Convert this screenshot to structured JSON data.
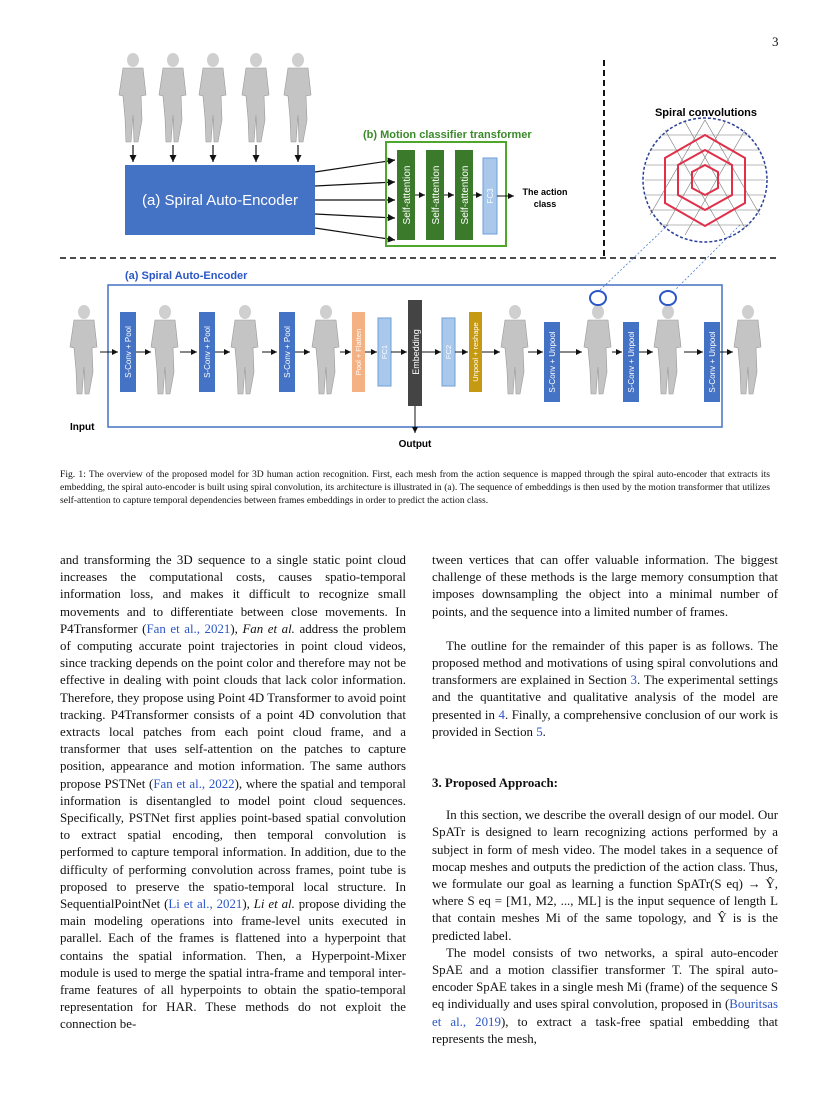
{
  "page_number": "3",
  "figure": {
    "top_box_label": "(a) Spiral Auto-Encoder",
    "mct_title": "(b) Motion classifier transformer",
    "self_attention": [
      "Self-attention",
      "Self-attention",
      "Self-attention"
    ],
    "fc3": "FC3",
    "action_class": [
      "The action",
      "class"
    ],
    "spiral_title": "Spiral convolutions",
    "sae_title": "(a) Spiral Auto-Encoder",
    "blocks": {
      "sconv_pool": "S-Conv + Pool",
      "pool_flatten": "Pool + Flatten",
      "fc1": "FC1",
      "embedding": "Embedding",
      "fc2": "FC2",
      "unpool_reshape": "Unpool + reshape",
      "sconv_unpool": "S-Conv + Unpool"
    },
    "input_label": "Input",
    "output_label": "Output"
  },
  "caption": "Fig. 1: The overview of the proposed model for 3D human action recognition. First, each mesh from the action sequence is mapped through the spiral auto-encoder that extracts its embedding, the spiral auto-encoder is built using spiral convolution, its architecture is illustrated in (a). The sequence of embeddings is then used by the motion transformer that utilizes self-attention to capture temporal dependencies between frames embeddings in order to predict the action class.",
  "left": {
    "t1": "and transforming the 3D sequence to a single static point cloud increases the computational costs, causes spatio-temporal information loss, and makes it difficult to recognize small movements and to differentiate between close movements. In P4Transformer (",
    "c1": "Fan et al., 2021",
    "t2": "), ",
    "e1": "Fan et al.",
    "t3": " address the problem of computing accurate point trajectories in point cloud videos, since tracking depends on the point color and therefore may not be effective in dealing with point clouds that lack color information. Therefore, they propose using Point 4D Transformer to avoid point tracking. P4Transformer consists of a point 4D convolution that extracts local patches from each point cloud frame, and a transformer that uses self-attention on the patches to capture position, appearance and motion information. The same authors propose PSTNet (",
    "c2": "Fan et al., 2022",
    "t4": "), where the spatial and temporal information is disentangled to model point cloud sequences. Specifically, PSTNet first applies point-based spatial convolution to extract spatial encoding, then temporal convolution is performed to capture temporal information. In addition, due to the difficulty of performing convolution across frames, point tube is proposed to preserve the spatio-temporal local structure. In SequentialPointNet (",
    "c3": "Li et al., 2021",
    "t5": "), ",
    "e2": "Li et al.",
    "t6": " propose dividing the main modeling operations into frame-level units executed in parallel. Each of the frames is flattened into a hyperpoint that contains the spatial information. Then, a Hyperpoint-Mixer module is used to merge the spatial intra-frame and temporal inter-frame features of all hyperpoints to obtain the spatio-temporal representation for HAR. These methods do not exploit the connection be-"
  },
  "right": {
    "p1": "tween vertices that can offer valuable information. The biggest challenge of these methods is the large memory consumption that imposes downsampling the object into a minimal number of points, and the sequence into a limited number of frames.",
    "p2a": "The outline for the remainder of this paper is as follows. The proposed method and motivations of using spiral convolutions and transformers are explained in Section ",
    "r3": "3",
    "p2b": ". The experimental settings and the quantitative and qualitative analysis of the model are presented in ",
    "r4": "4",
    "p2c": ". Finally, a comprehensive conclusion of our work is provided in Section ",
    "r5": "5",
    "p2d": ".",
    "heading": "3.  Proposed Approach:",
    "p3": "In this section, we describe the overall design of our model. Our SpATr is designed to learn recognizing actions performed by a subject in form of mesh video. The model takes in a sequence of mocap meshes and outputs the prediction of the action class. Thus, we formulate our goal as learning a function SpATr(S eq) → Ŷ, where S eq = [M1, M2, ..., ML] is the input sequence of length L that contain meshes Mi of the same topology, and Ŷ is is the predicted label.",
    "p4a": "The model consists of two networks, a spiral auto-encoder SpAE and a motion classifier transformer T. The spiral auto-encoder SpAE takes in a single mesh Mi (frame) of the sequence S eq individually and uses spiral convolution, proposed in (",
    "c4": "Bouritsas et al., 2019",
    "p4b": "), to extract a task-free spatial embedding that represents the mesh,"
  }
}
